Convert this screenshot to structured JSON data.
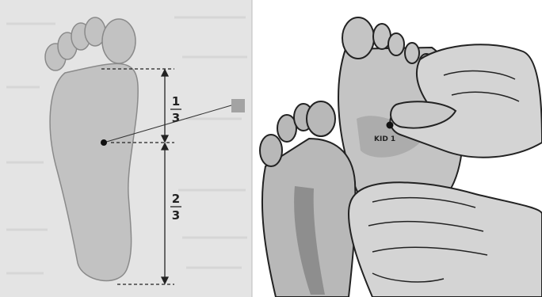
{
  "left_panel": {
    "upper_fraction": {
      "numerator": "1",
      "denominator": "3"
    },
    "lower_fraction": {
      "numerator": "2",
      "denominator": "3"
    },
    "callout_color": "#a3a3a3"
  },
  "right_panel": {
    "point_label": "KID 1"
  },
  "colors": {
    "paper": "#e4e4e4",
    "foot_fill": "#c2c2c2",
    "foot_stroke": "#8a8a8a",
    "dark_line": "#222222",
    "hand_fill": "#cfcfcf",
    "shade": "#9c9c9c"
  }
}
